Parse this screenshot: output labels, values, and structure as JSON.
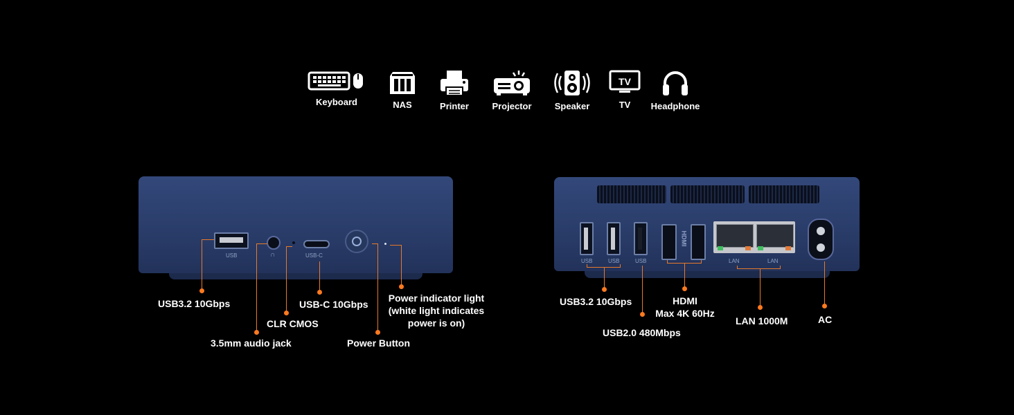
{
  "devices": [
    {
      "label": "Keyboard",
      "icon": "keyboard-icon"
    },
    {
      "label": "NAS",
      "icon": "nas-icon"
    },
    {
      "label": "Printer",
      "icon": "printer-icon"
    },
    {
      "label": "Projector",
      "icon": "projector-icon"
    },
    {
      "label": "Speaker",
      "icon": "speaker-icon"
    },
    {
      "label": "TV",
      "icon": "tv-icon"
    },
    {
      "label": "Headphone",
      "icon": "headphone-icon"
    }
  ],
  "front": {
    "port_labels": {
      "usb": "USB",
      "usbc": "USB-C"
    },
    "callouts": {
      "usb32": "USB3.2 10Gbps",
      "clr": "CLR CMOS",
      "audio": "3.5mm audio jack",
      "usbc": "USB-C 10Gbps",
      "power_button": "Power Button",
      "power_light_1": "Power indicator light",
      "power_light_2": "(white light indicates",
      "power_light_3": "power is on)"
    }
  },
  "back": {
    "port_labels": {
      "usb1": "USB",
      "usb2": "USB",
      "usb3": "USB",
      "hdmi": "HDMI",
      "lan1": "LAN",
      "lan2": "LAN"
    },
    "callouts": {
      "usb32": "USB3.2 10Gbps",
      "usb20": "USB2.0 480Mbps",
      "hdmi_1": "HDMI",
      "hdmi_2": "Max 4K 60Hz",
      "lan": "LAN 1000M",
      "ac": "AC"
    }
  },
  "colors": {
    "accent": "#ff7a1f",
    "chassis": "#2f4273",
    "background": "#000000"
  }
}
